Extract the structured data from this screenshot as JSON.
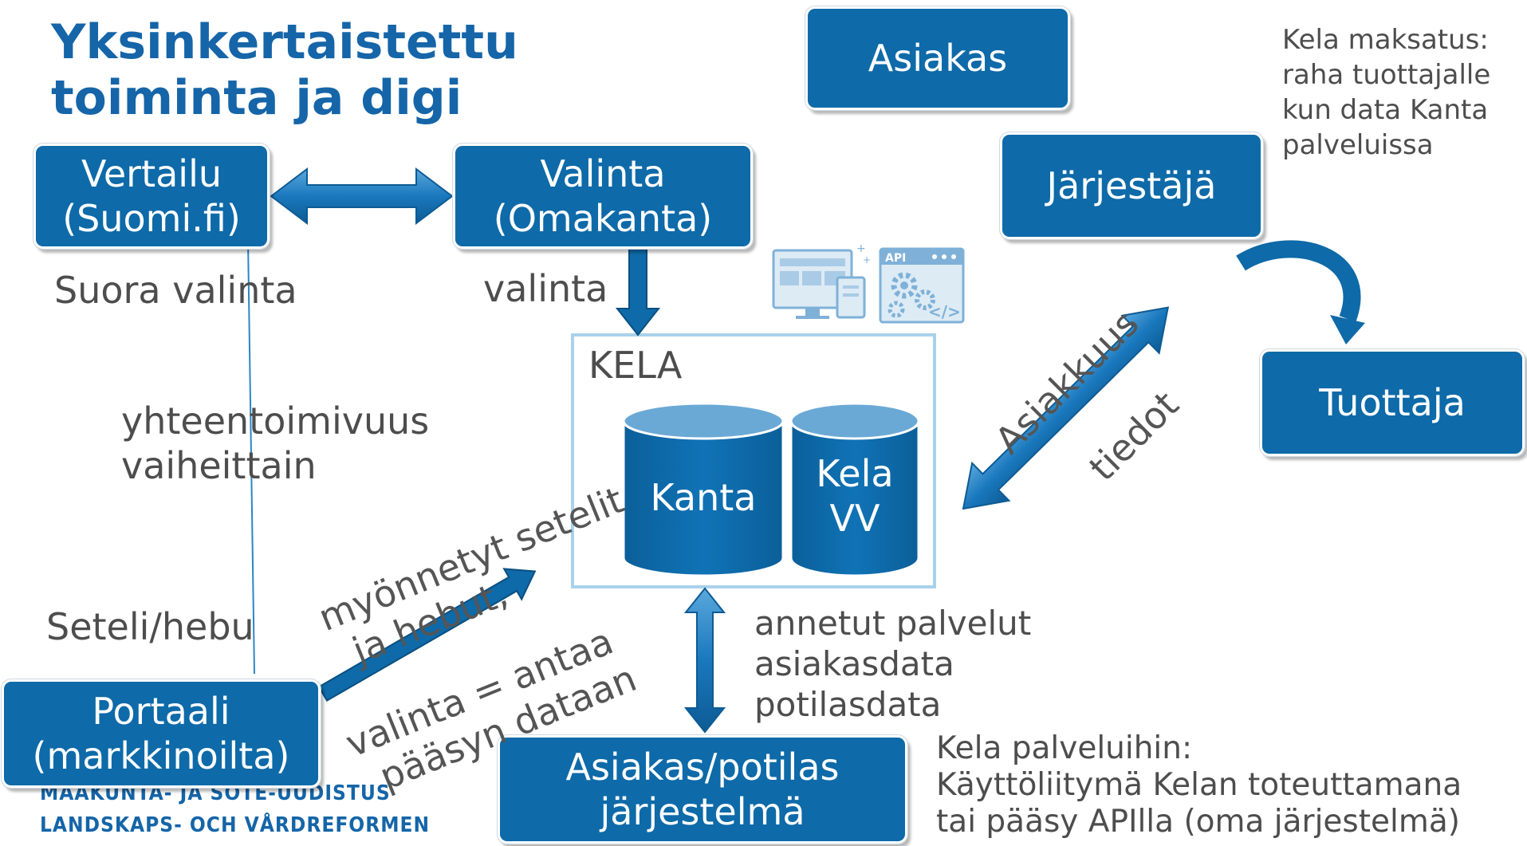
{
  "title": {
    "line1": "Yksinkertaistettu",
    "line2": "toiminta ja digi"
  },
  "boxes": {
    "vertailu": {
      "line1": "Vertailu",
      "line2": "(Suomi.fi)"
    },
    "valinta": {
      "line1": "Valinta",
      "line2": "(Omakanta)"
    },
    "asiakas": "Asiakas",
    "jarjestaja": "Järjestäjä",
    "tuottaja": "Tuottaja",
    "portaali": {
      "line1": "Portaali",
      "line2": "(markkinoilta)"
    },
    "asiakas_potilas": {
      "line1": "Asiakas/potilas",
      "line2": "järjestelmä"
    }
  },
  "kela": {
    "label": "KELA",
    "kanta": "Kanta",
    "kela_vv": {
      "line1": "Kela",
      "line2": "VV"
    }
  },
  "labels": {
    "suora_valinta": "Suora valinta",
    "valinta": "valinta",
    "yhteentoimivuus": {
      "line1": "yhteentoimivuus",
      "line2": "vaiheittain"
    },
    "seteli_hebu": "Seteli/hebu",
    "myonnetyt": {
      "line1": "myönnetyt setelit",
      "line2": "ja hebut,"
    },
    "valinta_antaa": {
      "line1": "valinta = antaa",
      "line2": "pääsyn dataan"
    },
    "annetut": [
      "annetut palvelut",
      "asiakasdata",
      "potilasdata"
    ],
    "asiakkuus": "Asiakkuus",
    "tiedot": "tiedot"
  },
  "notes": {
    "kela_maksatus": [
      "Kela maksatus:",
      "raha tuottajalle",
      "kun data Kanta",
      "palveluissa"
    ],
    "kela_palveluihin": [
      "Kela palveluihin:",
      "Käyttöliitymä Kelan toteuttamana",
      "tai pääsy APIlla (oma järjestelmä)"
    ]
  },
  "icons": {
    "api_label": "API",
    "code_label": "</>"
  },
  "footer": {
    "line1": "MAAKUNTA- JA SOTE-UUDISTUS",
    "line2": "LANDSKAPS- OCH VÅRDREFORMEN"
  },
  "colors": {
    "primary": "#0e6aa8",
    "title": "#1565a8",
    "text": "#4d4d4d",
    "kela_border": "#a9d2ea"
  }
}
